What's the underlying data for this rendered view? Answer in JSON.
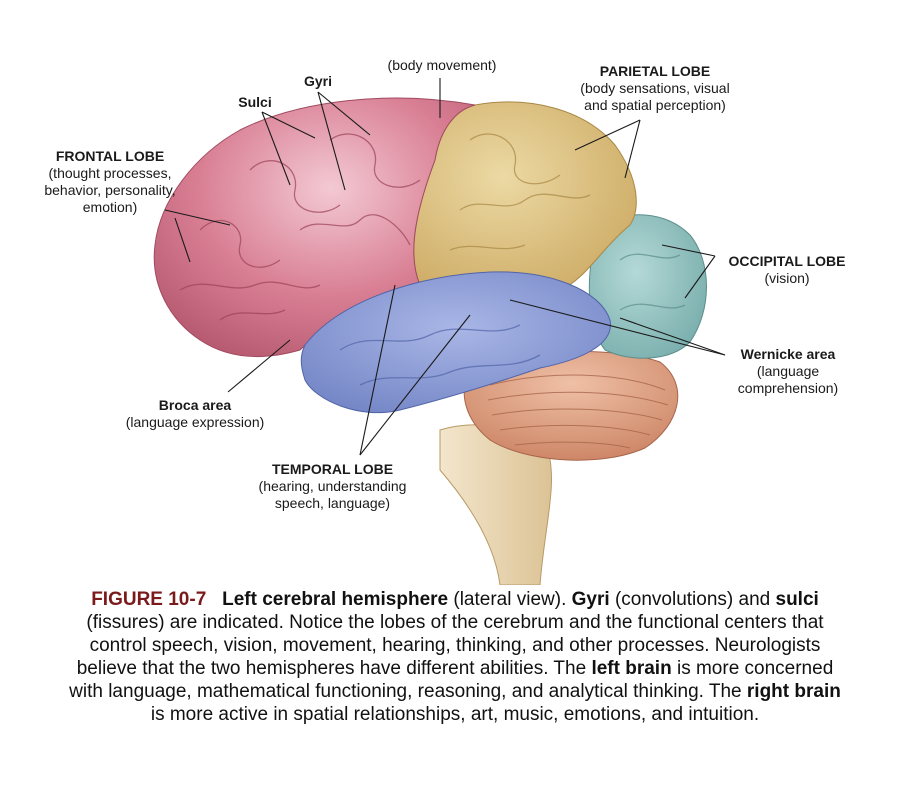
{
  "labels": {
    "body_movement": "(body movement)",
    "gyri": "Gyri",
    "sulci": "Sulci",
    "parietal": {
      "title": "PARIETAL LOBE",
      "line1": "(body sensations, visual",
      "line2": "and spatial perception)"
    },
    "frontal": {
      "title": "FRONTAL LOBE",
      "line1": "(thought processes,",
      "line2": "behavior, personality,",
      "line3": "emotion)"
    },
    "occipital": {
      "title": "OCCIPITAL LOBE",
      "line1": "(vision)"
    },
    "wernicke": {
      "title": "Wernicke area",
      "line1": "(language",
      "line2": "comprehension)"
    },
    "broca": {
      "title": "Broca area",
      "line1": "(language expression)"
    },
    "temporal": {
      "title": "TEMPORAL LOBE",
      "line1": "(hearing, understanding",
      "line2": "speech, language)"
    }
  },
  "caption": {
    "figure_number": "FIGURE 10-7",
    "title": "Left cerebral hemisphere",
    "p1": " (lateral view). ",
    "gyri": "Gyri",
    "p2": " (convolutions) and ",
    "sulci": "sulci",
    "p3": " (fissures) are indicated. Notice the lobes of the cerebrum and the functional centers that control speech, vision, movement, hearing, thinking, and other processes. Neurologists believe that the two hemispheres have different abilities. The ",
    "left_brain": "left brain",
    "p4": " is more concerned with language, mathematical functioning, reasoning, and analytical thinking. The ",
    "right_brain": "right brain",
    "p5": " is more active in spatial relationships, art, music, emotions, and intuition."
  },
  "colors": {
    "frontal": "#d26f86",
    "parietal": "#d9bf7c",
    "occipital": "#8ebfbf",
    "temporal": "#8395d0",
    "cerebellum": "#d99a7c",
    "brainstem": "#ebd9b8",
    "caption_figure": "#7a1a1a"
  }
}
